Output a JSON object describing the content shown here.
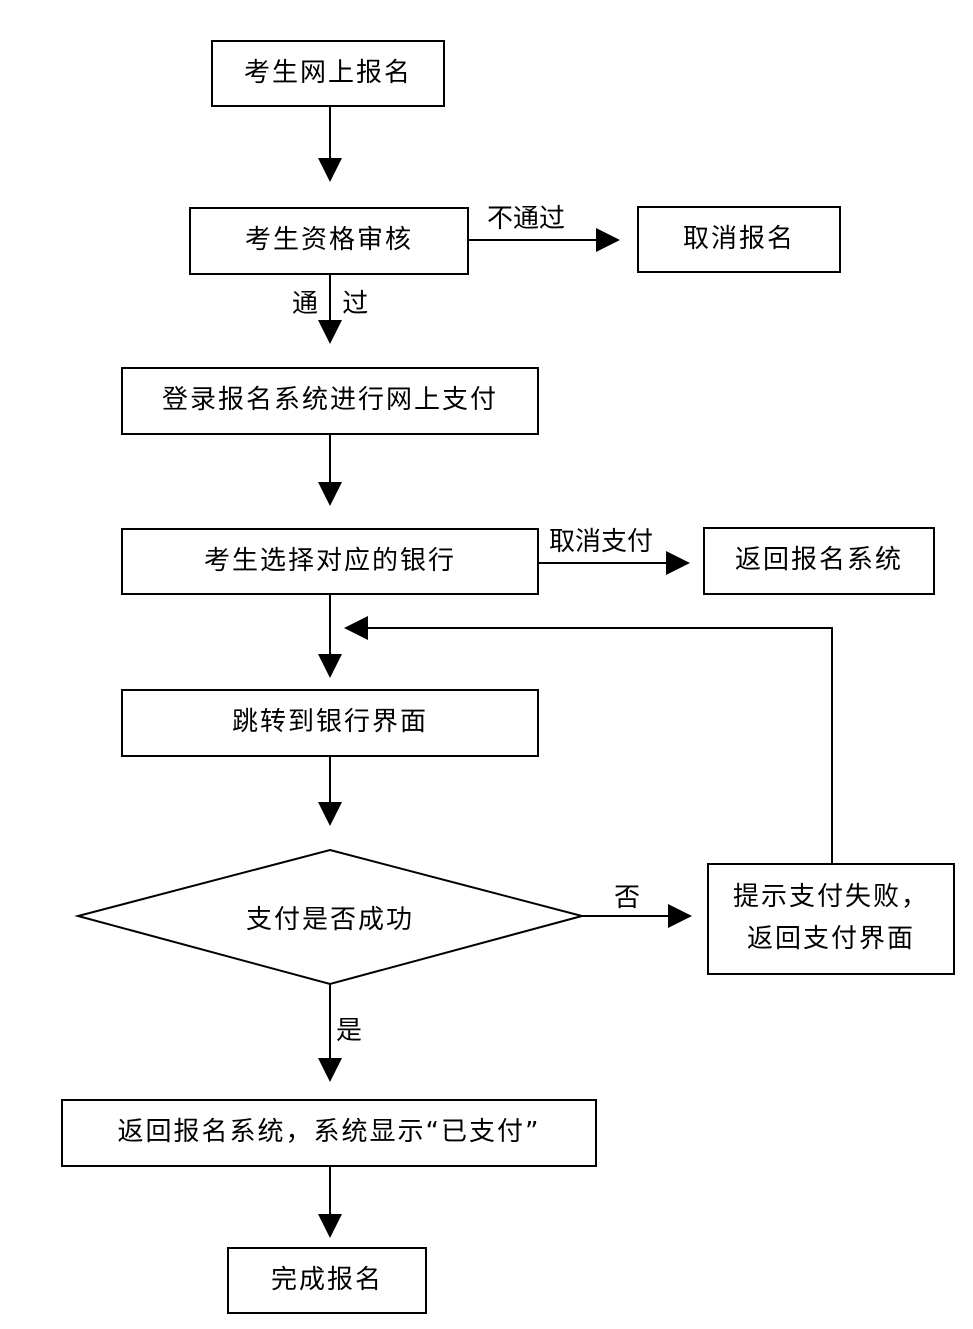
{
  "nodes": {
    "online_registration": "考生网上报名",
    "qualification_review": "考生资格审核",
    "cancel_registration": "取消报名",
    "login_pay": "登录报名系统进行网上支付",
    "choose_bank": "考生选择对应的银行",
    "return_system": "返回报名系统",
    "jump_bank": "跳转到银行界面",
    "payment_success_q": "支付是否成功",
    "fail_line1": "提示支付失败，",
    "fail_line2": "返回支付界面",
    "return_paid": "返回报名系统，系统显示“已支付”",
    "complete": "完成报名"
  },
  "edge_labels": {
    "not_pass": "不通过",
    "pass": "通 过",
    "cancel_pay": "取消支付",
    "no": "否",
    "yes": "是"
  }
}
